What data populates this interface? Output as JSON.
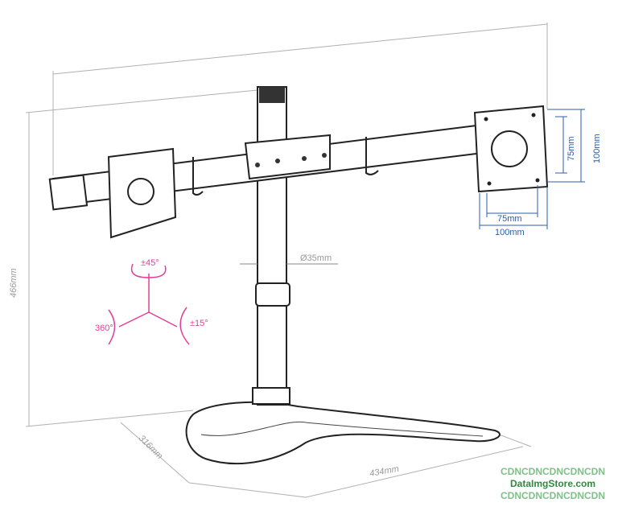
{
  "dimensions": {
    "height": "466mm",
    "depth": "316mm",
    "width": "434mm",
    "pole_diameter": "Ø35mm",
    "vesa_inner_h": "75mm",
    "vesa_outer_h": "100mm",
    "vesa_inner_w": "75mm",
    "vesa_outer_w": "100mm"
  },
  "rotation": {
    "tilt": "±45°",
    "swivel": "360°",
    "pivot": "±15°"
  },
  "watermark": {
    "line1": "CDNCDNCDNCDNCDN",
    "line2": "DataImgStore.com",
    "line3": "CDNCDNCDNCDNCDN"
  },
  "colors": {
    "accent_pink": "#e0409a",
    "vesa_blue": "#2a5da8",
    "dim_gray": "#9a9a9a"
  }
}
